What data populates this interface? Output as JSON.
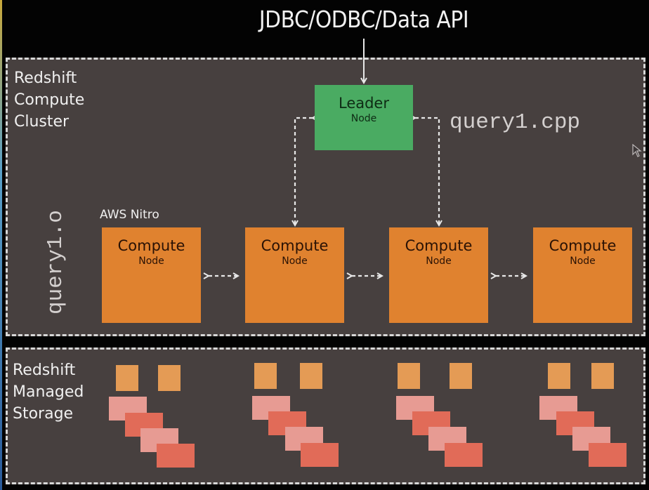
{
  "header": {
    "api_title": "JDBC/ODBC/Data API"
  },
  "cluster": {
    "label_lines": [
      "Redshift",
      "Compute",
      "Cluster"
    ],
    "leader_node": {
      "title": "Leader",
      "subtitle": "Node",
      "color": "#4aab62"
    },
    "nitro_label": "AWS Nitro",
    "compute_nodes": [
      {
        "title": "Compute",
        "subtitle": "Node"
      },
      {
        "title": "Compute",
        "subtitle": "Node"
      },
      {
        "title": "Compute",
        "subtitle": "Node"
      },
      {
        "title": "Compute",
        "subtitle": "Node"
      }
    ],
    "compute_color": "#e0822f",
    "code_labels": {
      "source_file": "query1.cpp",
      "object_file": "query1.o"
    }
  },
  "storage": {
    "label_lines": [
      "Redshift",
      "Managed",
      "Storage"
    ],
    "groups": 4,
    "slice_color": "#e49b55",
    "block_colors": [
      "#e79b93",
      "#e16b58"
    ]
  },
  "colors": {
    "background": "#030303",
    "panel": "#47403f",
    "dashed_border": "#d8d8d8"
  }
}
